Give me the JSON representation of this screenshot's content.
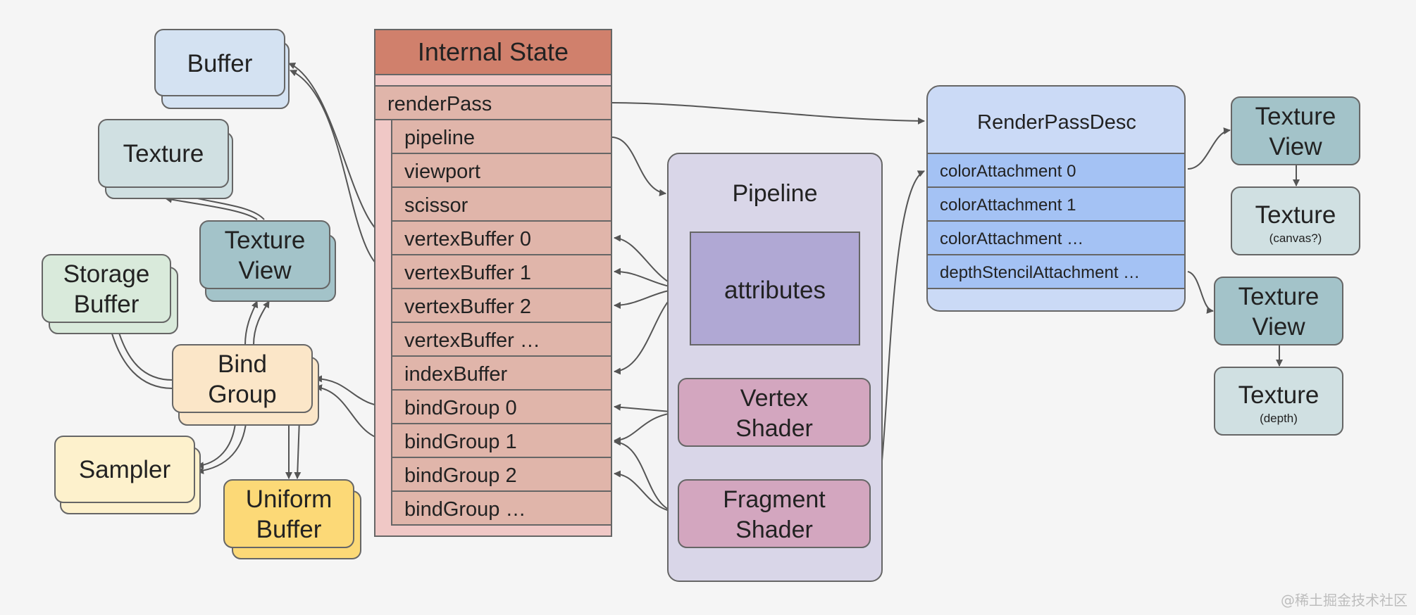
{
  "internal_state": {
    "title": "Internal State",
    "render_pass": "renderPass",
    "rows": [
      "pipeline",
      "viewport",
      "scissor",
      "vertexBuffer 0",
      "vertexBuffer 1",
      "vertexBuffer 2",
      "vertexBuffer …",
      "indexBuffer",
      "bindGroup 0",
      "bindGroup 1",
      "bindGroup 2",
      "bindGroup …"
    ]
  },
  "pipeline": {
    "title": "Pipeline",
    "attributes": "attributes",
    "vertex_shader": [
      "Vertex",
      "Shader"
    ],
    "fragment_shader": [
      "Fragment",
      "Shader"
    ]
  },
  "render_pass_desc": {
    "title": "RenderPassDesc",
    "rows": [
      "colorAttachment 0",
      "colorAttachment 1",
      "colorAttachment …",
      "depthStencilAttachment …"
    ]
  },
  "resources": {
    "buffer": [
      "Buffer"
    ],
    "texture": [
      "Texture"
    ],
    "texture_view": [
      "Texture",
      "View"
    ],
    "storage_buffer": [
      "Storage",
      "Buffer"
    ],
    "bind_group": [
      "Bind",
      "Group"
    ],
    "sampler": [
      "Sampler"
    ],
    "uniform_buffer": [
      "Uniform",
      "Buffer"
    ],
    "canvas_texture_view": [
      "Texture",
      "View"
    ],
    "canvas_texture": [
      "Texture"
    ],
    "canvas_texture_note": "(canvas?)",
    "depth_texture_view": [
      "Texture",
      "View"
    ],
    "depth_texture": [
      "Texture"
    ],
    "depth_texture_note": "(depth)"
  },
  "watermark": "@稀土掘金技术社区",
  "colors": {
    "internal_state_header": "#d0806c",
    "internal_state_body": "#f0c8c6",
    "internal_state_rows": "#e0b5aa",
    "pipeline_bg": "#d9d6e8",
    "attributes": "#b0a8d4",
    "shader": "#d3a6bf",
    "render_pass_desc": "#cbdaf6",
    "render_pass_rows": "#a4c2f4",
    "buffer": "#d4e2f2",
    "texture": "#d0e0e2",
    "texture_view": "#a3c3c9",
    "storage_buffer": "#d9eadb",
    "bind_group": "#fbe6c8",
    "sampler": "#fdf1cc",
    "uniform_buffer": "#fcd977",
    "arrows": "#555555"
  }
}
